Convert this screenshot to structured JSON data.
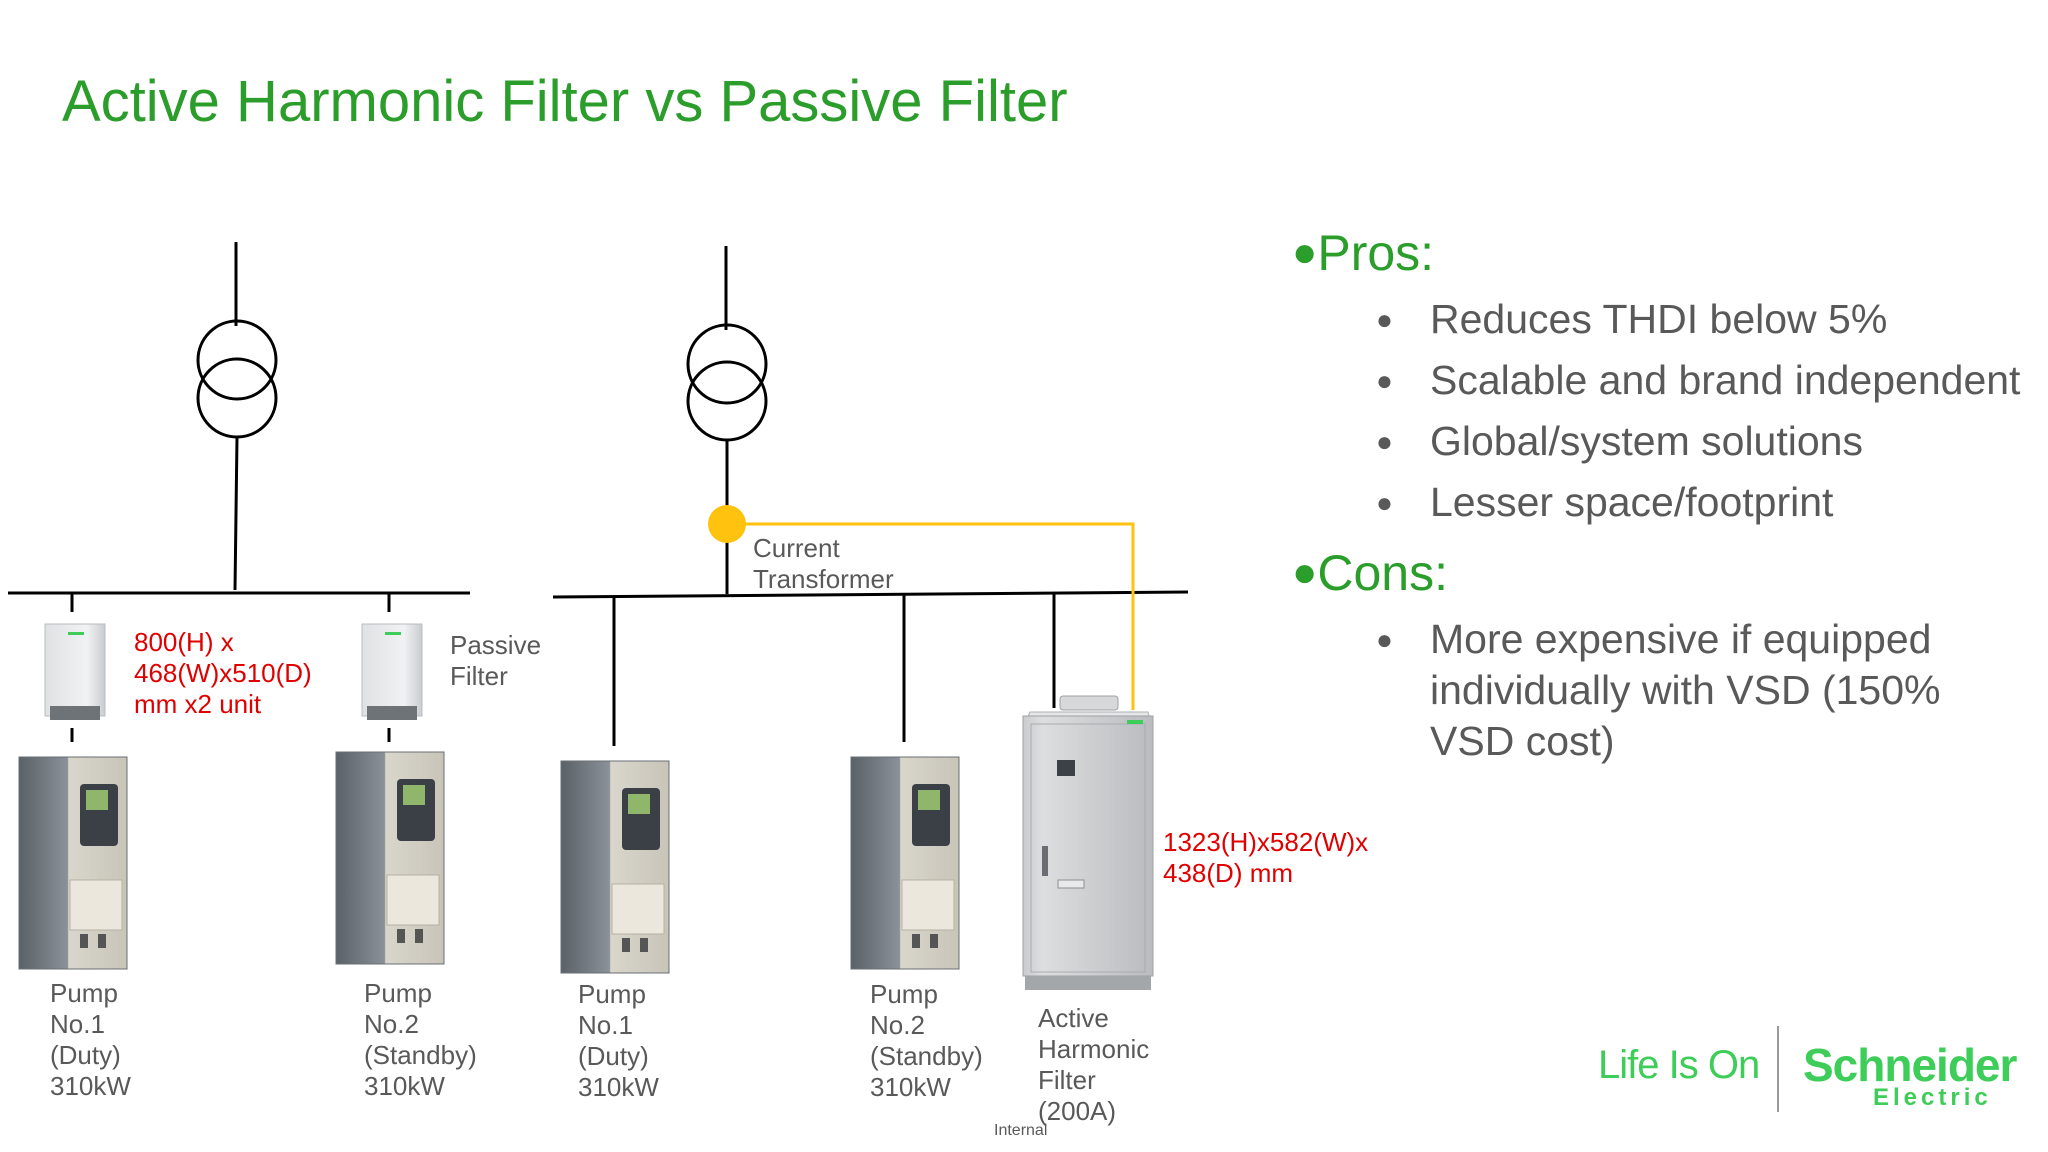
{
  "title": "Active Harmonic Filter vs Passive Filter",
  "diagram": {
    "left_system": {
      "passive_filter_dim": "800(H) x\n468(W)x510(D)\nmm x2 unit",
      "passive_filter_label": "Passive\nFilter",
      "pump1_label": "Pump\nNo.1\n(Duty)\n310kW",
      "pump2_label": "Pump\nNo.2\n(Standby)\n310kW"
    },
    "right_system": {
      "ct_label": "Current\nTransformer",
      "pump1_label": "Pump\nNo.1\n(Duty)\n310kW",
      "pump2_label": "Pump\nNo.2\n(Standby)\n310kW",
      "ahf_label": "Active\nHarmonic\nFilter\n(200A)",
      "ahf_dim": "1323(H)x582(W)x\n438(D) mm"
    }
  },
  "pros": {
    "heading": "Pros:",
    "items": [
      "Reduces THDI below 5%",
      "Scalable and brand independent",
      "Global/system solutions",
      "Lesser space/footprint"
    ]
  },
  "cons": {
    "heading": "Cons:",
    "items": [
      "More expensive if equipped individually with VSD (150% VSD cost)"
    ]
  },
  "footer": {
    "classification": "Internal",
    "tagline": "Life Is On",
    "brand": "Schneider",
    "brand_sub": "Electric"
  },
  "colors": {
    "title_green": "#2a9d2a",
    "dimension_red": "#e00000",
    "ct_yellow": "#ffc20e",
    "brand_green": "#3dcd58"
  }
}
